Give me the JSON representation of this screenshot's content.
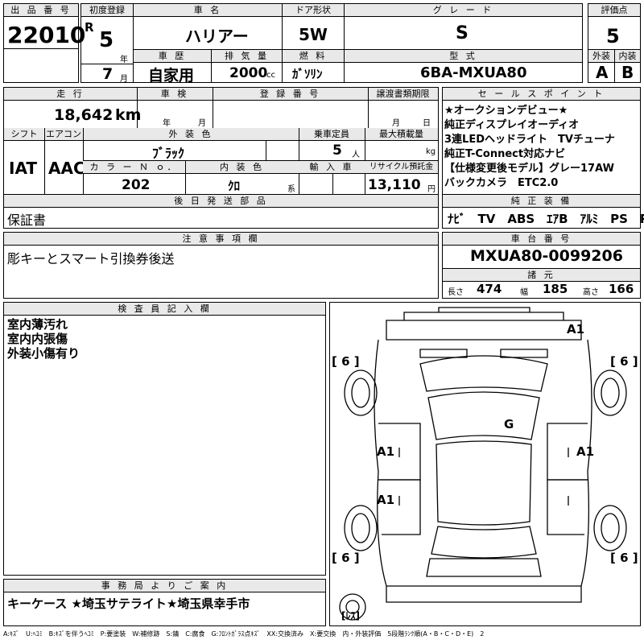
{
  "headers": {
    "lot_no": "出 品 番 号",
    "first_reg": "初度登録",
    "car_name": "車 名",
    "door": "ドア形状",
    "grade": "グ レ ー ド",
    "score": "評価点",
    "history": "車 歴",
    "displacement": "排 気 量",
    "fuel": "燃 料",
    "model": "型 式",
    "exterior": "外装",
    "interior": "内装",
    "mileage": "走 行",
    "inspection": "車 検",
    "reg_no": "登 録 番 号",
    "transfer": "譲渡書類期限",
    "shift": "シフト",
    "aircon": "エアコン",
    "ext_color": "外 装 色",
    "capacity": "乗車定員",
    "max_load": "最大積載量",
    "color_no": "カ ラ ー Ｎ ｏ．",
    "int_color": "内 装 色",
    "import": "輸 入 車",
    "recycle": "リサイクル預託金",
    "later_parts": "後 日 発 送 部 品",
    "sales_points": "セ ー ル ス ポ イ ン ト",
    "equipment": "純 正 装 備",
    "notes": "注 意 事 項 欄",
    "chassis": "車 台 番 号",
    "specs": "諸 元",
    "inspector": "検 査 員 記 入 欄",
    "office": "事 務 局 よ り ご 案 内"
  },
  "vehicle": {
    "lot_no": "22010",
    "era_mark": "R",
    "reg_year": "5",
    "year_unit": "年",
    "reg_month": "7",
    "month_unit": "月",
    "name": "ハリアー",
    "door": "5W",
    "grade": "S",
    "score": "5",
    "history": "自家用",
    "displacement": "2000",
    "displacement_unit": "cc",
    "fuel": "ｶﾞｿﾘﾝ",
    "model": "6BA-MXUA80",
    "exterior_grade": "A",
    "interior_grade": "B",
    "mileage": "18,642",
    "mileage_unit": "km",
    "inspection_year_unit": "年",
    "inspection_month_unit": "月",
    "transfer_month_unit": "月",
    "transfer_day_unit": "日",
    "shift": "IAT",
    "aircon": "AAC",
    "ext_color": "ﾌﾞﾗｯｸ",
    "capacity": "5",
    "capacity_unit": "人",
    "max_load_unit": "kg",
    "color_no": "202",
    "int_color": "ｸﾛ",
    "int_color_unit": "系",
    "recycle": "13,110",
    "recycle_unit": "円",
    "later_parts": "保証書",
    "equipment": "ﾅﾋﾞ　TV　ABS　ｴｱB　ｱﾙﾐ　PS　PW",
    "notes": "彫キーとスマート引換券後送",
    "chassis": "MXUA80-0099206",
    "length_label": "長さ",
    "length": "474",
    "width_label": "幅",
    "width": "185",
    "height_label": "高さ",
    "height": "166"
  },
  "sales_points": [
    "★オークションデビュー★",
    "純正ディスプレイオーディオ",
    "3連LEDヘッドライト　TVチューナ",
    "純正T-Connect対応ナビ",
    "【仕様変更後モデル】グレー17AW",
    "バックカメラ　ETC2.0"
  ],
  "inspector_notes": [
    "室内薄汚れ",
    "室内内張傷",
    "外装小傷有り"
  ],
  "office_message": "キーケース ★埼玉サテライト★埼玉県幸手市",
  "diagram": {
    "tire_fl": "[ 6 ]",
    "tire_fr": "[ 6 ]",
    "tire_rl": "[ 6 ]",
    "tire_rr": "[ 6 ]",
    "spare": "[ﾚｽ]",
    "mark_front": "A1",
    "mark_glass": "G",
    "mark_left_front_door": "A1",
    "mark_left_rear_door": "A1",
    "mark_right_front_door": "A1"
  },
  "legend": "A:ｷｽﾞ　U:ﾍｺﾐ　B:ｷｽﾞを伴うﾍｺﾐ　P:要塗装　W:補修跡　S:錆　C:腐食　G:ﾌﾛﾝﾄｶﾞﾗｽ点ｷｽﾞ　XX:交換済み　X:要交換　内・外装評価　5段階ﾗﾝｸ順(A・B・C・D・E)　2"
}
